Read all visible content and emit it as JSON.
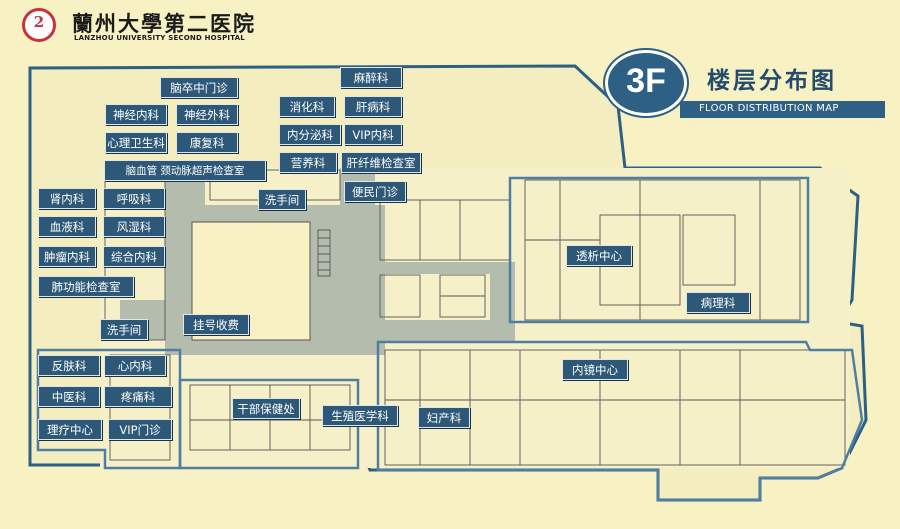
{
  "header": {
    "hospital_name_cn": "蘭州大學第二医院",
    "hospital_name_en": "LANZHOU UNIVERSITY SECOND HOSPITAL",
    "logo_text": "2"
  },
  "floor": {
    "number": "3F",
    "title_cn": "楼层分布图",
    "title_en": "FLOOR DISTRIBUTION MAP"
  },
  "departments": {
    "stroke_center": "脑卒中门诊",
    "neurology": "神经内科",
    "neurosurgery": "神经外科",
    "psychology": "心理卫生科",
    "rehabilitation": "康复科",
    "carotid_ultrasound": "脑血管 颈动脉超声检查室",
    "anesthesia": "麻醉科",
    "gastro": "消化科",
    "hepatology": "肝病科",
    "endocrine": "内分泌科",
    "vip_internal": "VIP内科",
    "nutrition": "营养科",
    "liver_fibrosis": "肝纤维检查室",
    "washroom_top": "洗手间",
    "convenience_clinic": "便民门诊",
    "nephrology": "肾内科",
    "respiratory": "呼吸科",
    "hematology": "血液科",
    "rheumatology": "风湿科",
    "oncology": "肿瘤内科",
    "general_internal": "综合内科",
    "lung_function": "肺功能检查室",
    "washroom_left": "洗手间",
    "registration": "挂号收费",
    "dialysis": "透析中心",
    "pathology": "病理科",
    "endoscopy": "内镜中心",
    "dermatology": "反肤科",
    "cardiology": "心内科",
    "tcm": "中医科",
    "pain": "疼痛科",
    "physio": "理疗中心",
    "vip_clinic": "VIP门诊",
    "cadre_health": "干部保健处",
    "reproductive": "生殖医学科",
    "gynecology": "妇产科"
  },
  "colors": {
    "background": "#f7f1c3",
    "label_fill": "#2d5877",
    "corridor": "#b3bbad",
    "zone_outline": "#4f7ea3"
  }
}
